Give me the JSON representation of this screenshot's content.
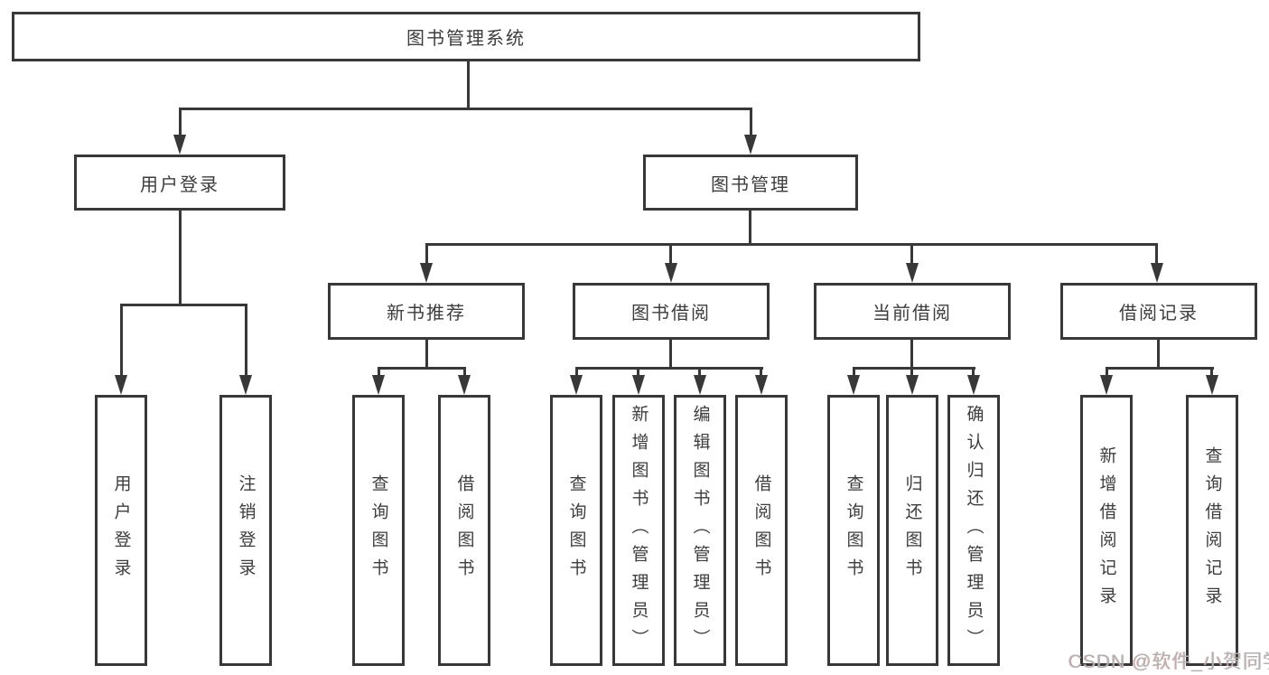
{
  "tree": {
    "root": {
      "label": "图书管理系统",
      "children": [
        {
          "label": "用户登录",
          "children": [
            {
              "label": "用户登录"
            },
            {
              "label": "注销登录"
            }
          ]
        },
        {
          "label": "图书管理",
          "children": [
            {
              "label": "新书推荐",
              "children": [
                {
                  "label": "查询图书"
                },
                {
                  "label": "借阅图书"
                }
              ]
            },
            {
              "label": "图书借阅",
              "children": [
                {
                  "label": "查询图书"
                },
                {
                  "label": "新增图书（管理员）"
                },
                {
                  "label": "编辑图书（管理员）"
                },
                {
                  "label": "借阅图书"
                }
              ]
            },
            {
              "label": "当前借阅",
              "children": [
                {
                  "label": "查询图书"
                },
                {
                  "label": "归还图书"
                },
                {
                  "label": "确认归还（管理员）"
                }
              ]
            },
            {
              "label": "借阅记录",
              "children": [
                {
                  "label": "新增借阅记录"
                },
                {
                  "label": "查询借阅记录"
                }
              ]
            }
          ]
        }
      ]
    }
  },
  "watermark": {
    "text": "CSDN @软件_小贺同学"
  },
  "colors": {
    "line": "#383838",
    "text": "#3d3d3d",
    "background": "#ffffff",
    "watermark": "#b2b1b1"
  }
}
